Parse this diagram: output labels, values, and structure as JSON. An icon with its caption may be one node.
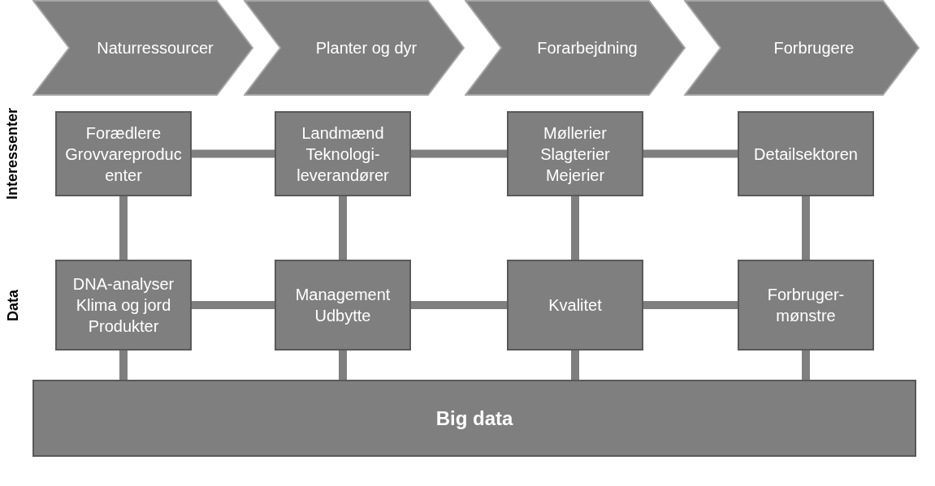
{
  "diagram": {
    "nodes": [
      {
        "text": [
          "Naturressourcer"
        ]
      },
      {
        "text": [
          "Planter og dyr"
        ]
      },
      {
        "text": [
          "Forarbejdning"
        ]
      },
      {
        "text": [
          "Forbrugere"
        ]
      },
      {
        "text": [
          "Forædlere",
          "Grovvareproducenter"
        ]
      },
      {
        "text": [
          "Landmænd",
          "Teknologi-leverandører"
        ]
      },
      {
        "text": [
          "Møllerier",
          "Slagterier",
          "Mejerier"
        ]
      },
      {
        "text": [
          "Detailsektoren"
        ]
      },
      {
        "text": [
          "DNA-analyser",
          "Klima og jord",
          "Produkter"
        ]
      },
      {
        "text": [
          "Management",
          "Udbytte"
        ]
      },
      {
        "text": [
          "Kvalitet"
        ]
      },
      {
        "text": [
          "Forbruger-mønstre"
        ]
      },
      {
        "text": [
          "Big data"
        ]
      }
    ],
    "edges": [
      {
        "from": 4,
        "to": 5,
        "arrow": "none"
      },
      {
        "from": 5,
        "to": 6,
        "arrow": "none"
      },
      {
        "from": 6,
        "to": 7,
        "arrow": "none"
      },
      {
        "from": 8,
        "to": 9,
        "arrow": "none"
      },
      {
        "from": 9,
        "to": 10,
        "arrow": "none"
      },
      {
        "from": 10,
        "to": 11,
        "arrow": "none"
      },
      {
        "from": 4,
        "to": 8,
        "arrow": "none"
      },
      {
        "from": 5,
        "to": 9,
        "arrow": "none"
      },
      {
        "from": 6,
        "to": 10,
        "arrow": "none"
      },
      {
        "from": 7,
        "to": 11,
        "arrow": "none"
      },
      {
        "from": 8,
        "to": 12,
        "arrow": "none"
      },
      {
        "from": 9,
        "to": 12,
        "arrow": "none"
      },
      {
        "from": 10,
        "to": 12,
        "arrow": "none"
      },
      {
        "from": 11,
        "to": 12,
        "arrow": "none"
      }
    ],
    "labels": [
      "Interessenter",
      "Data"
    ]
  }
}
